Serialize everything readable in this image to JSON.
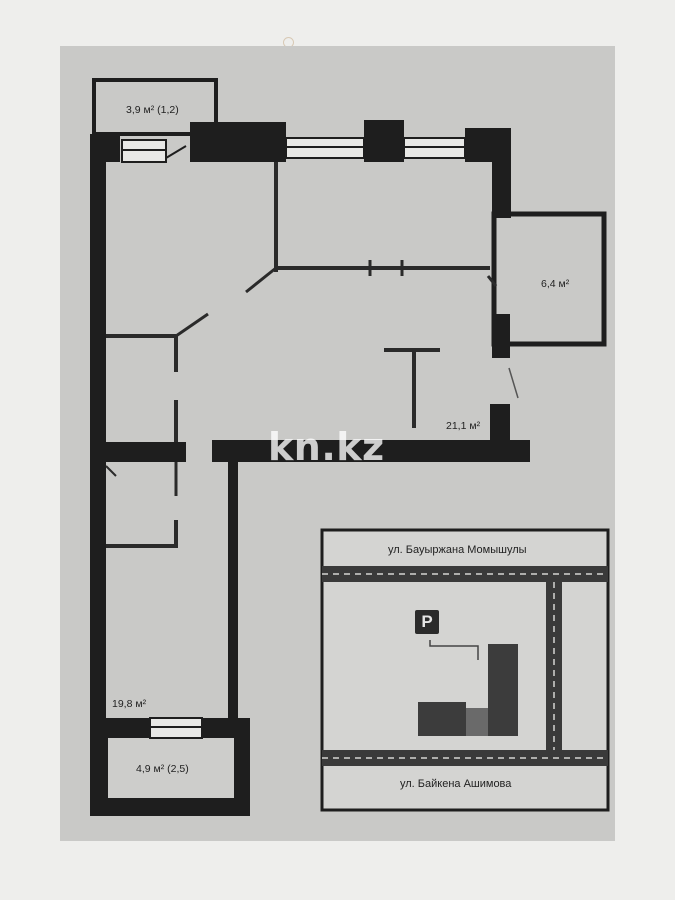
{
  "rooms": {
    "balcony_top": "3,9 м² (1,2)",
    "room_right": "6,4 м²",
    "living": "21,1 м²",
    "room_left": "19,8 м²",
    "balcony_bottom": "4,9 м² (2,5)"
  },
  "watermark": "kn.kz",
  "location_map": {
    "street_top": "ул. Бауыржана Момышулы",
    "street_bottom": "ул. Байкена Ашимова",
    "parking_symbol": "P"
  },
  "colors": {
    "paper": "#eeeeec",
    "sheet": "#c9c9c7",
    "wall": "#1e1e1e",
    "map_bg": "#d4d4d2"
  }
}
